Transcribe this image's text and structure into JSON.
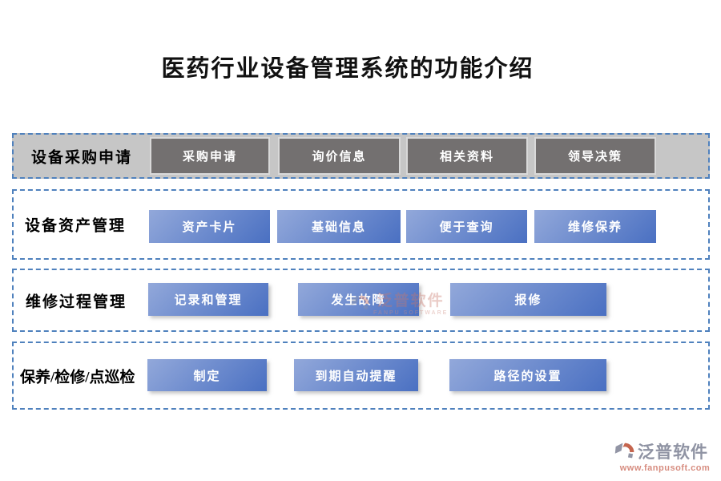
{
  "title": "医药行业设备管理系统的功能介绍",
  "rows": [
    {
      "label": "设备采购申请",
      "style": "gray",
      "buttons": [
        {
          "label": "采购申请"
        },
        {
          "label": "询价信息"
        },
        {
          "label": "相关资料"
        },
        {
          "label": "领导决策"
        }
      ]
    },
    {
      "label": "设备资产管理",
      "style": "blue",
      "buttons": [
        {
          "label": "资产卡片"
        },
        {
          "label": "基础信息"
        },
        {
          "label": "便于查询"
        },
        {
          "label": "维修保养"
        }
      ]
    },
    {
      "label": "维修过程管理",
      "style": "blue",
      "buttons": [
        {
          "label": "记录和管理"
        },
        {
          "label": "发生故障"
        },
        {
          "label": "报修"
        }
      ]
    },
    {
      "label": "保养/检修/点巡检",
      "style": "blue",
      "buttons": [
        {
          "label": "制定"
        },
        {
          "label": "到期自动提醒"
        },
        {
          "label": "路径的设置"
        }
      ]
    }
  ],
  "watermark": {
    "name": "泛普软件",
    "subtext": "FANPU SOFTWARE"
  },
  "footer_logo": {
    "name": "泛普软件",
    "url": "www.fanpusoft.com"
  },
  "colors": {
    "dashed_border": "#4f81bd",
    "row1_background": "#c6c6c6",
    "gray_button": "#737070",
    "gray_button_border": "#d9d9d9",
    "blue_gradient_start": "#92a8da",
    "blue_gradient_end": "#4a70c2",
    "logo_gray": "#9295a5",
    "logo_orange": "#c5654e",
    "url_color": "#d78d80"
  }
}
